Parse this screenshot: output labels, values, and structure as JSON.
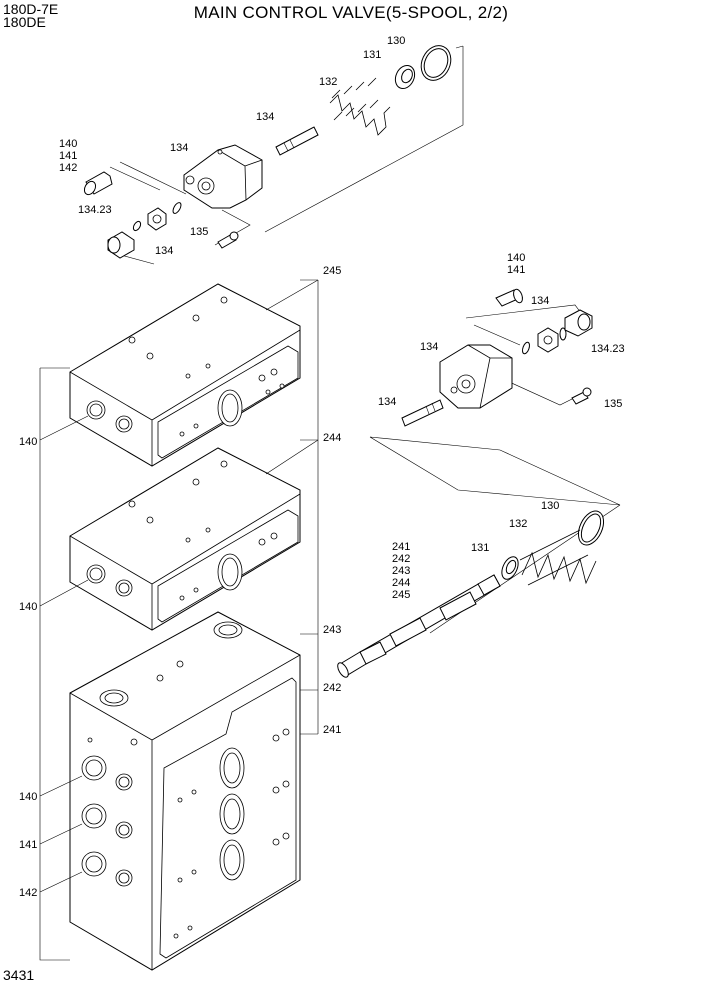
{
  "header": {
    "model_line1": "180D-7E",
    "model_line2": "180DE",
    "title": "MAIN CONTROL VALVE(5-SPOOL, 2/2)",
    "page_number": "3431"
  },
  "callouts": {
    "c130_top": "130",
    "c131_top": "131",
    "c132_top": "132",
    "c134_pin_top": "134",
    "c134_body_top": "134",
    "c140_top": "140",
    "c141_top": "141",
    "c142_top": "142",
    "c13423_top": "134.23",
    "c135_top": "135",
    "c134_nut_top": "134",
    "c245_right": "245",
    "c140_r": "140",
    "c141_r": "141",
    "c134_r1": "134",
    "c134_r2": "134",
    "c13423_r": "134.23",
    "c134_r3": "134",
    "c135_r": "135",
    "c244_right": "244",
    "c130_mid": "130",
    "c132_mid": "132",
    "c131_mid": "131",
    "c241_s": "241",
    "c242_s": "242",
    "c243_s": "243",
    "c244_s": "244",
    "c245_s": "245",
    "c243_right": "243",
    "c242_right": "242",
    "c241_right": "241",
    "c140_left1": "140",
    "c140_left2": "140",
    "c140_left3": "140",
    "c141_left": "141",
    "c142_left": "142"
  }
}
